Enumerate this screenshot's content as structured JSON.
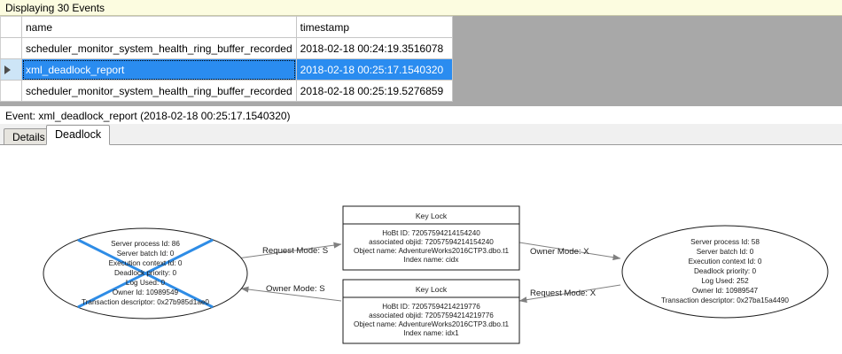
{
  "infobar": {
    "text": "Displaying 30 Events"
  },
  "grid": {
    "columns": [
      "",
      "name",
      "timestamp"
    ],
    "headers": {
      "selector": "",
      "name": "name",
      "timestamp": "timestamp"
    },
    "rows": [
      {
        "indicator": "",
        "name": "scheduler_monitor_system_health_ring_buffer_recorded",
        "timestamp": "2018-02-18 00:24:19.3516078",
        "selected": false
      },
      {
        "indicator": "▶",
        "name": "xml_deadlock_report",
        "timestamp": "2018-02-18 00:25:17.1540320",
        "selected": true
      },
      {
        "indicator": "",
        "name": "scheduler_monitor_system_health_ring_buffer_recorded",
        "timestamp": "2018-02-18 00:25:19.5276859",
        "selected": false
      }
    ]
  },
  "event_caption": {
    "text": "Event: xml_deadlock_report (2018-02-18 00:25:17.1540320)"
  },
  "tabs": [
    {
      "label": "Details",
      "active": false
    },
    {
      "label": "Deadlock",
      "active": true
    }
  ],
  "deadlock_graph": {
    "process_left": {
      "lines": [
        "Server process Id: 86",
        "Server batch Id: 0",
        "Execution context Id: 0",
        "Deadlock priority: 0",
        "Log Used: 0",
        "Owner Id: 10989549",
        "Transaction descriptor: 0x27b985d1ae0"
      ],
      "is_victim": true,
      "victim_cross_color": "#2e8ce6"
    },
    "process_right": {
      "lines": [
        "Server process Id: 58",
        "Server batch Id: 0",
        "Execution context Id: 0",
        "Deadlock priority: 0",
        "Log Used: 252",
        "Owner Id: 10989547",
        "Transaction descriptor: 0x27ba15a4490"
      ],
      "is_victim": false
    },
    "resource_top": {
      "title": "Key Lock",
      "lines": [
        "HoBt ID: 72057594214154240",
        "associated objid: 72057594214154240",
        "Object name: AdventureWorks2016CTP3.dbo.t1",
        "Index name: cidx"
      ]
    },
    "resource_bottom": {
      "title": "Key Lock",
      "lines": [
        "HoBt ID: 72057594214219776",
        "associated objid: 72057594214219776",
        "Object name: AdventureWorks2016CTP3.dbo.t1",
        "Index name: idx1"
      ]
    },
    "edges": [
      {
        "label": "Request Mode: S",
        "from": "process_left",
        "to": "resource_top",
        "direction": "right"
      },
      {
        "label": "Owner Mode: S",
        "from": "resource_bottom",
        "to": "process_left",
        "direction": "left"
      },
      {
        "label": "Owner Mode: X",
        "from": "resource_top",
        "to": "process_right",
        "direction": "right"
      },
      {
        "label": "Request Mode: X",
        "from": "process_right",
        "to": "resource_bottom",
        "direction": "left"
      }
    ]
  },
  "colors": {
    "selection": "#2a8cf0",
    "infobar": "#fcfce0",
    "grid_filler": "#a8a8a8",
    "victim_cross": "#2e8ce6"
  }
}
